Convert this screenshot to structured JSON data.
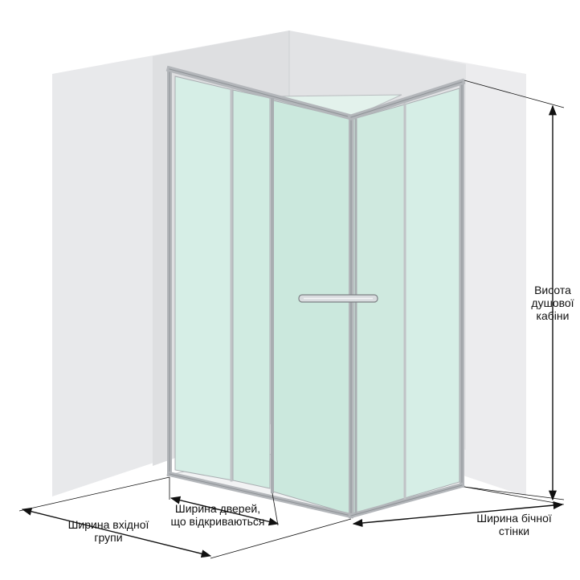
{
  "labels": {
    "height": [
      "Висота",
      "душової",
      "кабіни"
    ],
    "door_width": [
      "Ширина дверей,",
      "що відкриваються"
    ],
    "entry_width": [
      "Ширина вхідної",
      "групи"
    ],
    "side_width": [
      "Ширина бічної",
      "стінки"
    ]
  },
  "colors": {
    "wall": "#e8e9eb",
    "wall_shadow": "#d9dadc",
    "wall_edge": "#c8c9cb",
    "glass": "#d3ece4",
    "glass_dark": "#c4e3d8",
    "frame": "#b9bcbf",
    "frame_dark": "#8e9296",
    "dimension_line": "#111111"
  },
  "icons": {
    "handle": "door-handle-icon",
    "arrow": "arrow-icon"
  }
}
